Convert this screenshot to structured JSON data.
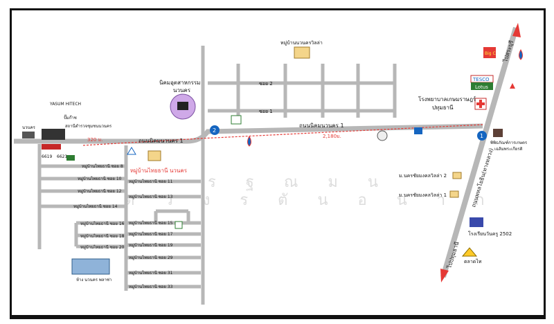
{
  "map": {
    "top_right_label": "ไปสระบุรี",
    "bottom_right_label": "ไปปทุมธานี",
    "main_road_label": "ถนนนิคมนวนคร 1",
    "main_road_label_2": "ถนนนิคมนวนคร 1",
    "highway_label": "ถนนพหลโยธิน(ทางหลวง)",
    "distance_left": "320 ม.",
    "distance_right": "2,180ม.",
    "industrial_estate": "นิคมอุตสาหกรรม\nนวนคร",
    "village_top": "หมู่บ้านนวนครวิลล่า",
    "village_main": "หมู่บ้านไทยธานี นวนคร",
    "sec_road_2": "ซอย 2",
    "sec_road_1": "ซอย 1",
    "yasum": "YASUM HITECH",
    "lpg": "ปั๊มก๊าซ",
    "police": "สถานีตำรวจชุมชนนวนคร",
    "nawanakorn": "นวนคร",
    "gate_num_1": "6619",
    "gate_num_2": "6621",
    "hospital": "โรงพยาบาลเกษมราษฎร์\nปทุมธานี",
    "market_place_1": "ม.นครชัยมงคลวิลล่า 2",
    "market_place_2": "ม.นครชัยมงคลวิลล่า 1",
    "school": "โรงเรียนวันครู 2502",
    "market": "ตลาดไท",
    "museum": "พิพิธภัณฑ์การเกษตร\nเฉลิมพระเกียรติ",
    "mall": "ห้าง นวนคร พลาซ่า",
    "bigc": "Big C",
    "tesco": "TESCO",
    "lotus": "Lotus",
    "watermark": "ร ฐ ณ ม น ต ว ง ร ตั น อ น า ก ุ ล",
    "alleys_left": [
      "หมู่บ้านไทยธานี ซอย 8",
      "หมู่บ้านไทยธานี ซอย 10",
      "หมู่บ้านไทยธานี ซอย 12",
      "หมู่บ้านไทยธานี ซอย 14",
      "หมู่บ้านไทยธานี ซอย 16",
      "หมู่บ้านไทยธานี ซอย 18",
      "หมู่บ้านไทยธานี ซอย 20"
    ],
    "alleys_right": [
      "หมู่บ้านไทยธานี ซอย 11",
      "หมู่บ้านไทยธานี ซอย 13",
      "หมู่บ้านไทยธานี ซอย 15",
      "หมู่บ้านไทยธานี ซอย 17",
      "หมู่บ้านไทยธานี ซอย 19",
      "หมู่บ้านไทยธานี ซอย 29",
      "หมู่บ้านไทยธานี ซอย 31",
      "หมู่บ้านไทยธานี ซอย 33"
    ],
    "colors": {
      "road": "#b7b7b7",
      "route": "#e53935",
      "highway_arrow": "#e53935",
      "marker_blue": "#1565c0",
      "estate": "#cfa9e8"
    }
  }
}
